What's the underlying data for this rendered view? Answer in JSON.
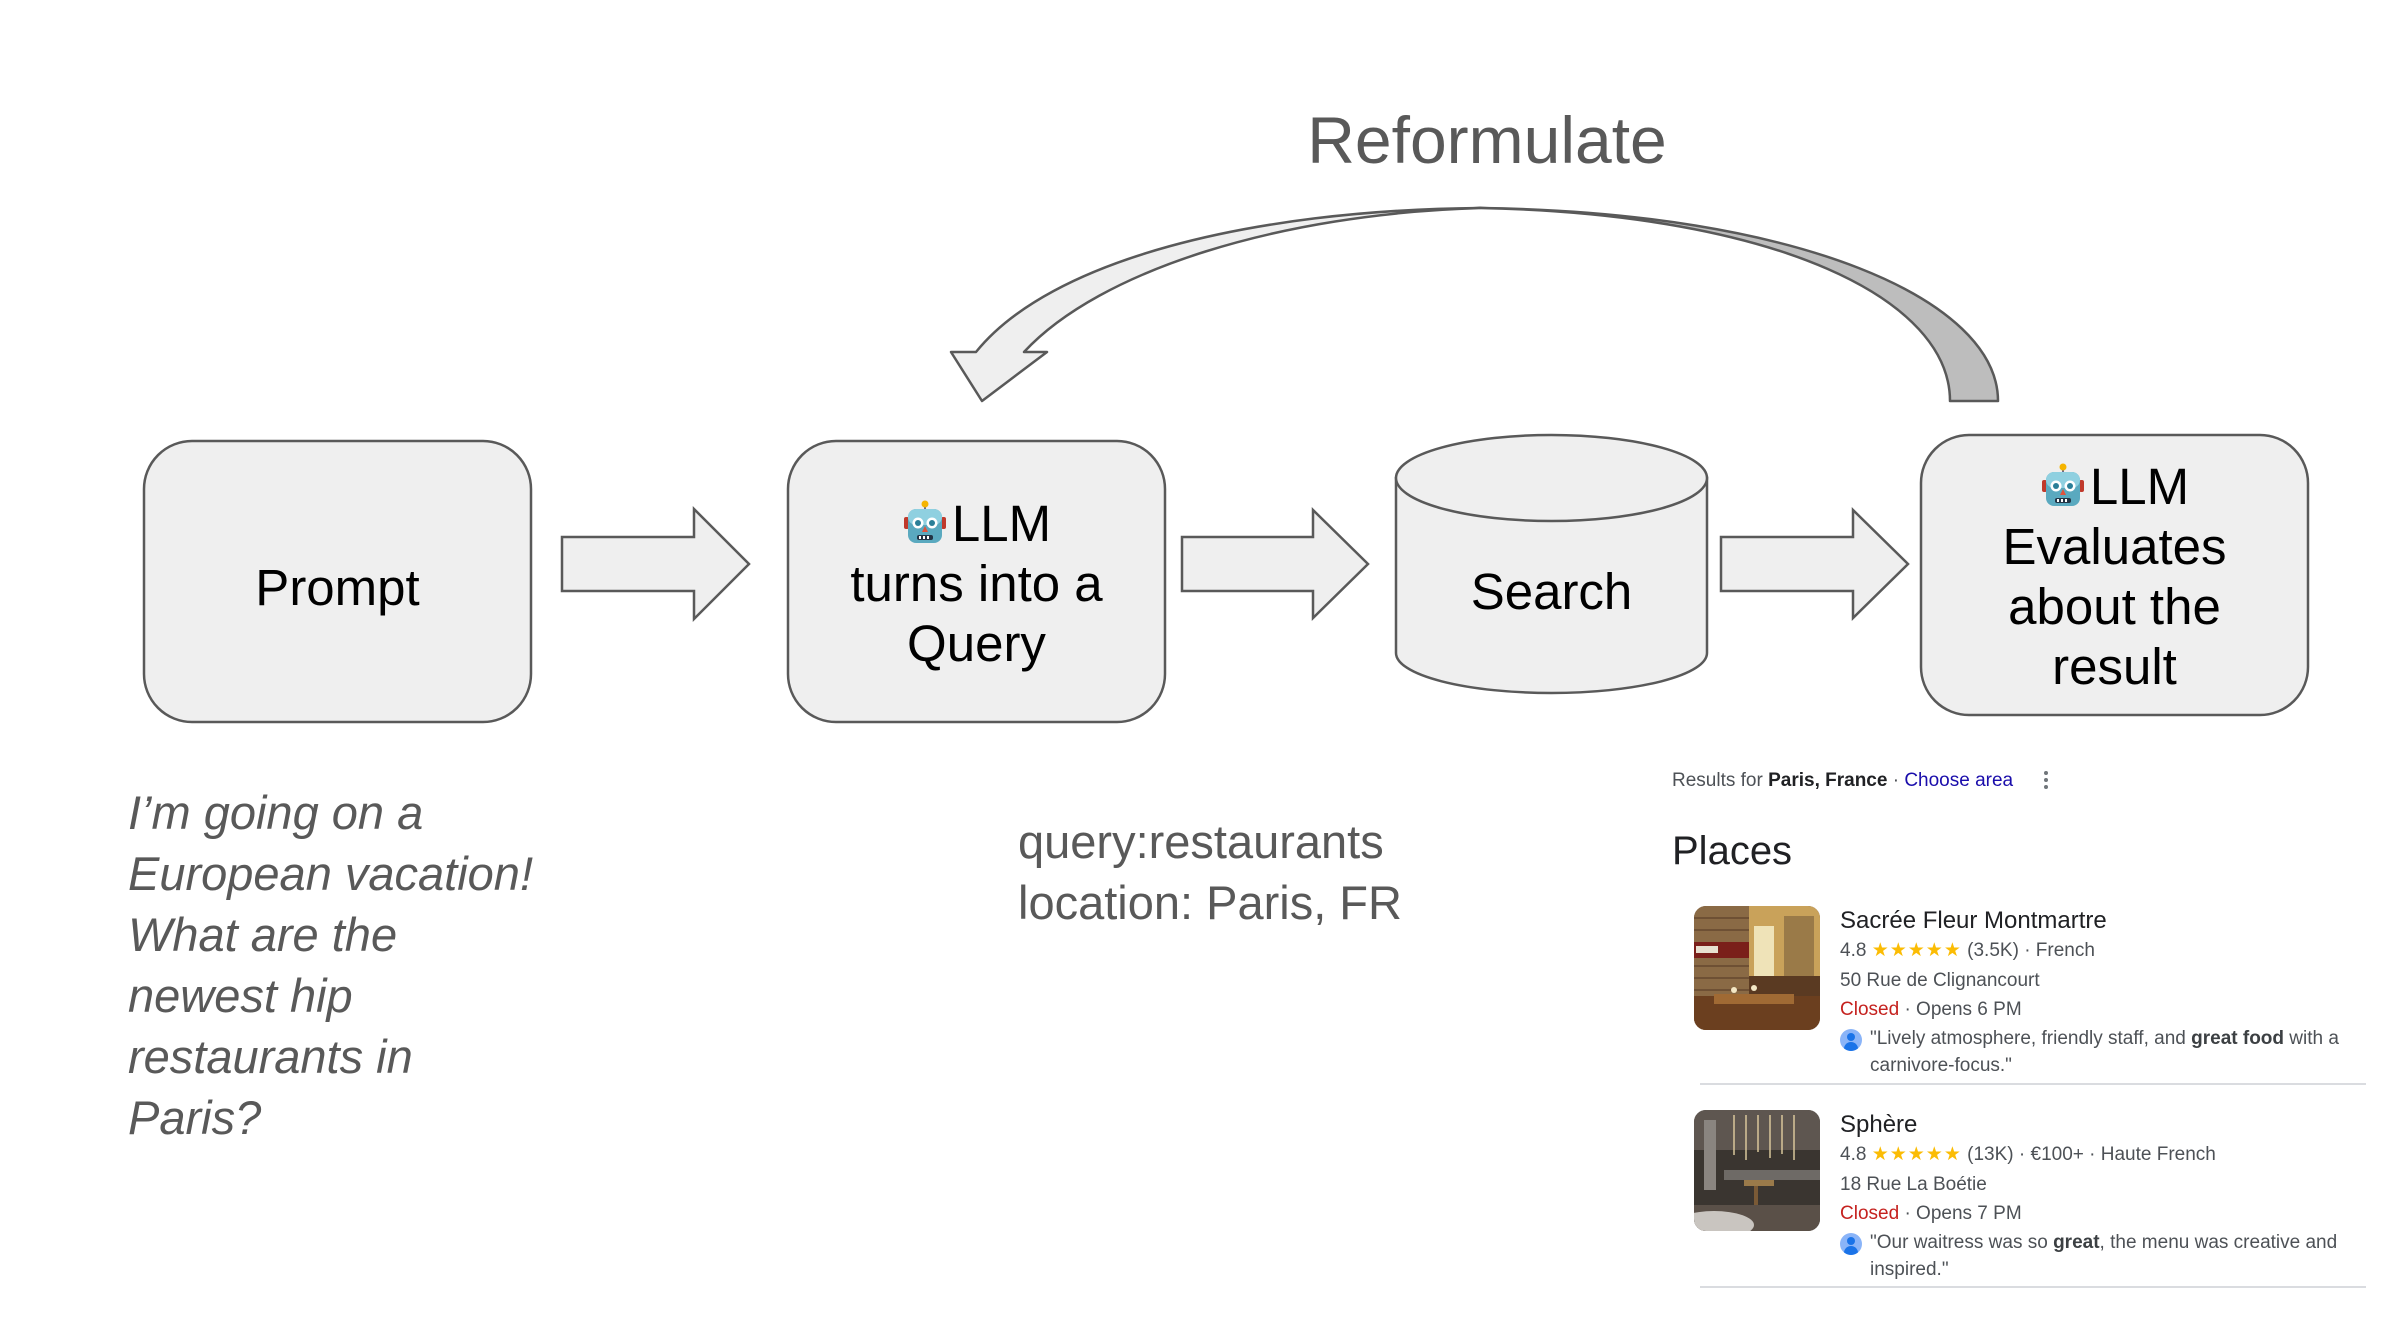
{
  "diagram": {
    "loop_label": "Reformulate",
    "nodes": {
      "prompt": {
        "label": "Prompt"
      },
      "query_llm": {
        "icon": "robot-icon",
        "lines": [
          "LLM",
          "turns into a",
          "Query"
        ]
      },
      "search": {
        "label": "Search"
      },
      "evaluate_llm": {
        "icon": "robot-icon",
        "lines": [
          "LLM",
          "Evaluates",
          "about the",
          "result"
        ]
      }
    },
    "edges": [
      {
        "from": "prompt",
        "to": "query_llm"
      },
      {
        "from": "query_llm",
        "to": "search"
      },
      {
        "from": "search",
        "to": "evaluate_llm"
      },
      {
        "from": "evaluate_llm",
        "to": "query_llm",
        "label": "Reformulate"
      }
    ],
    "colors": {
      "node_fill": "#efefef",
      "node_stroke": "#595959",
      "loop_back_fill": "#bdbdbd",
      "annotation_text": "#595959"
    }
  },
  "user_prompt": {
    "lines": [
      "I’m going on a",
      "European vacation!",
      "What are the",
      "newest hip",
      "restaurants in",
      "Paris?"
    ]
  },
  "generated_query": {
    "lines": [
      "query:restaurants",
      "location: Paris, FR"
    ]
  },
  "search_results": {
    "results_for_prefix": "Results for",
    "location": "Paris, France",
    "separator": "·",
    "choose_area": "Choose area",
    "more_icon": "more-vert-icon",
    "section_title": "Places",
    "places": [
      {
        "name": "Sacrée Fleur Montmartre",
        "rating": "4.8",
        "stars": "★★★★★",
        "review_count": "(3.5K)",
        "details": "· French",
        "address": "50 Rue de Clignancourt",
        "status": "Closed",
        "hours": "· Opens 6 PM",
        "review_before": "\"Lively atmosphere, friendly staff, and ",
        "review_bold": "great food",
        "review_after": " with a carnivore-focus.\""
      },
      {
        "name": "Sphère",
        "rating": "4.8",
        "stars": "★★★★★",
        "review_count": "(13K)",
        "details": "· €100+ · Haute French",
        "address": "18 Rue La Boétie",
        "status": "Closed",
        "hours": "· Opens 7 PM",
        "review_before": "\"Our waitress was so ",
        "review_bold": "great",
        "review_after": ", the menu was creative and inspired.\""
      }
    ],
    "colors": {
      "link": "#1a0dab",
      "closed": "#c5221f",
      "stars": "#fbbc04"
    }
  }
}
